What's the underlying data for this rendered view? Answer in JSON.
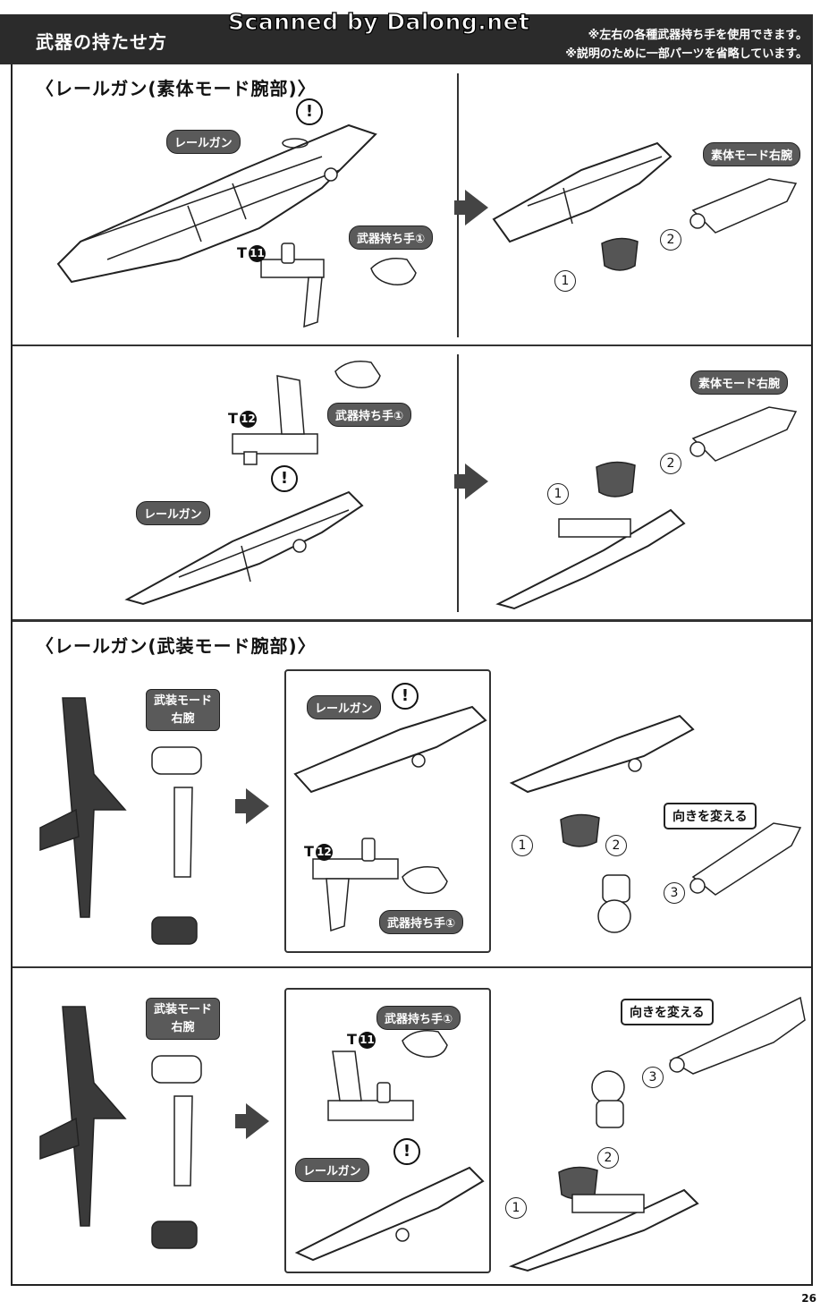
{
  "header": {
    "title": "武器の持たせ方",
    "watermark": "Scanned by Dalong.net",
    "notes": [
      "※左右の各種武器持ち手を使用できます。",
      "※説明のために一部パーツを省略しています。"
    ]
  },
  "sections": [
    {
      "title": "〈レールガン(素体モード腕部)〉"
    },
    {
      "title": "〈レールガン(武装モード腕部)〉"
    }
  ],
  "labels": {
    "railgun": "レールガン",
    "right_arm_base": "素体モード右腕",
    "weapon_hand": "武器持ち手①",
    "armed_right_arm_1": "武装モード",
    "armed_right_arm_2": "右腕",
    "change_direction": "向きを変える"
  },
  "parts": {
    "t11_letter": "T",
    "t11_num": "11",
    "t12_letter": "T",
    "t12_num": "12"
  },
  "steps": {
    "s1": "1",
    "s2": "2",
    "s3": "3"
  },
  "excl": "!",
  "page_number": "26"
}
